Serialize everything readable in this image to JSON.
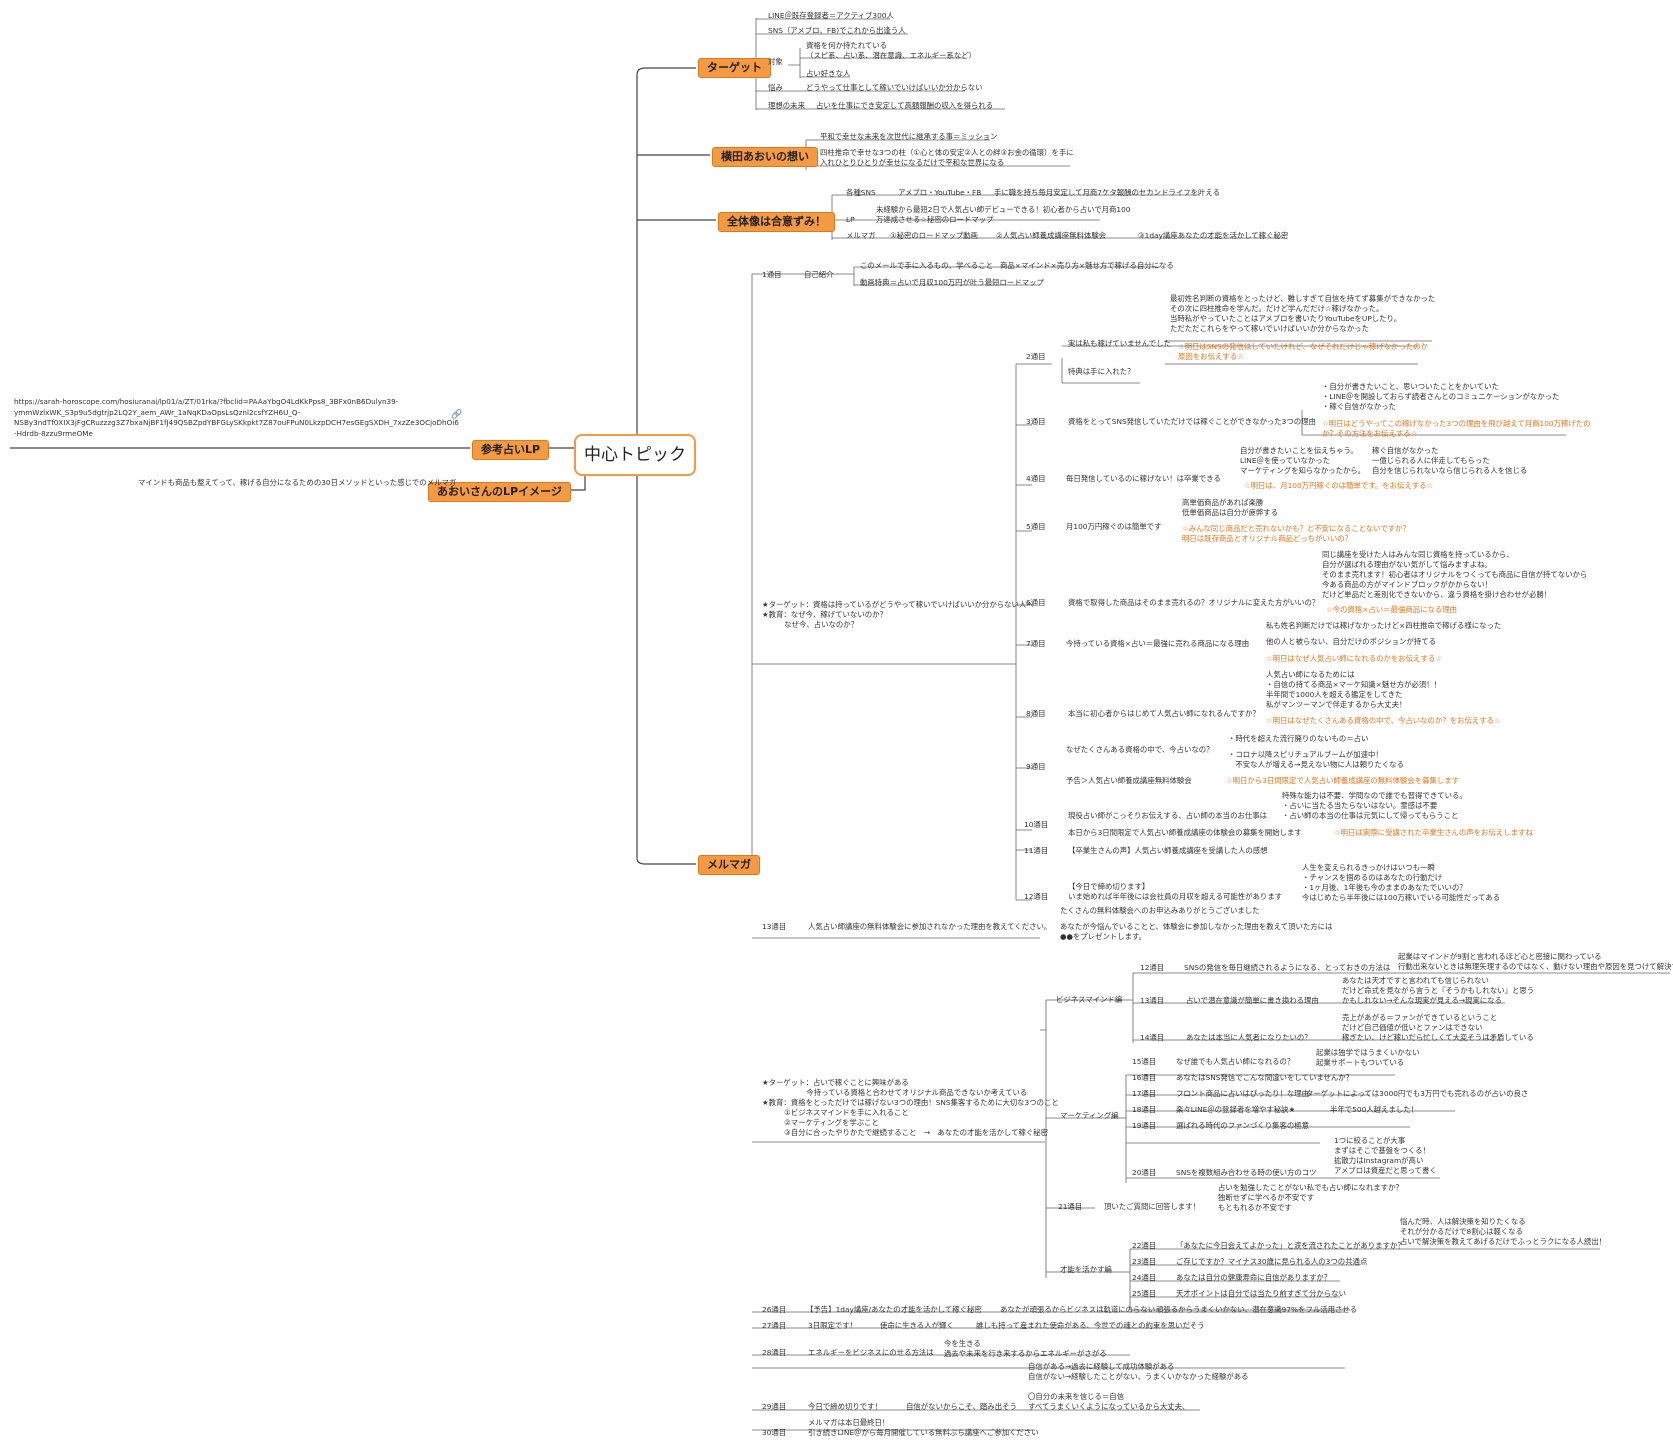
{
  "center": "中心トピック",
  "main_nodes": {
    "target": "ターゲット",
    "thought": "横田あおいの想い",
    "overview": "全体像は合意ずみ！",
    "mailmag": "メルマガ",
    "reference": "参考占いLP",
    "aoi_lp": "あおいさんのLPイメージ"
  },
  "ref_url": "https://sarah-horoscope.com/hosiuranai/lp01/a/ZT/01rka/?fbclid=PAAaYbgO4LdKkPps8_3BFx0nB6Dulyn39-\nymmWzlxWK_S3p9u5dgtrjp2LQ2Y_aem_AWr_1aNqKDaOpsLsQznl2csfYZH6U_Q-\nNSBy3ndTf0XIX3jFgCRuzzzg3Z7bxaNjBF1fJ49QSBZpdYBFGLySKkpkt7Z87ouFPuN0LkzpDCH7esGEgSXDH_7xzZe3OCjoDhOi6\n-Hdrdb-8zzu9rmeOMe",
  "aoi_lp_text": "マインドも商品も整えてって、稼げる自分になるための30日メソッドといった感じでのメルマガ",
  "target": {
    "b1": "LINE＠既存登録者＝アクティブ300人",
    "b2": "SNS（アメブロ、FB)でこれから出逢う人",
    "taishou": "対象",
    "s1": "資格を何か持たれている\n（スピ系、占い系、潜在意識、エネルギー系など）",
    "s2": "占い好きな人",
    "nayami": "悩み",
    "nayami_txt": "どうやって仕事として稼いでいけばいいか分からない",
    "mirai": "理想の未来",
    "mirai_txt": "占いを仕事にでき安定して高額報酬の収入を得られる"
  },
  "thought": {
    "b1": "平和で幸せな未来を次世代に継承する事＝ミッション",
    "b2": "四柱推命で幸せな3つの柱（①心と体の安定②人との絆③お金の循環）を手に\n入れひとりひとりが幸せになるだけで平和な世界になる"
  },
  "overview": {
    "sns": "各種SNS",
    "sns1": "アメブロ・YouTube・FB",
    "sns2": "手に職を持ち毎月安定して月商7ケタ報酬のセカンドライフを叶える",
    "lp": "LP",
    "lp_txt": "未経験から最短2日で人気占い師デビューできる！初心者から占いで月商100\n万達成させる☆秘密のロードマップ",
    "mm": "メルマガ",
    "mm1": "①秘密のロードマップ動画",
    "mm2": "②人気占い師養成講座無料体験会",
    "mm3": "③1day講座あなたの才能を活かして稼ぐ秘密"
  },
  "mm": {
    "d1": "1通目",
    "jikoshokai": "自己紹介",
    "jk1": "このメールで手に入るもの、学べること",
    "jk1b": "商品×マインド×売り方×魅せ方で稼げる自分になる",
    "jk2": "動画特典＝占いで月収100万円が叶う最短ロードマップ",
    "star1": "★ターゲット：資格は持っているがどうやって稼いでいけばいいか分からない人へ\n★教育：なぜ今、稼げていないのか？\n　　　なぜ今、占いなのか？",
    "d2": "2通目",
    "d2a": "実は私も稼げていませんでした",
    "d2a_t": "最初姓名判断の資格をとったけど、難しすぎて自信を持てず募集ができなかった\nその次に四柱推命を学んだ。だけど学んだだけ☆稼げなかった。\n当時私がやっていたことはアメブロを書いたりYouTubeをUPしたり。\nただただこれらをやって稼いでいけばいいか分からなかった",
    "d2a_o": "☆明日はSNSの発信はしていたけれど、なぜそれだけじゃ稼げなかったのか\n原因をお伝えする☆",
    "d2b": "特典は手に入れた？",
    "d3": "3通目",
    "d3a": "資格をとってSNS発信していただけでは稼ぐことができなかった3つの理由",
    "d3a_t": "・自分が書きたいこと、思いついたことをかいていた\n・LINE＠を開設しておらず読者さんとのコミュニケーションがなかった\n・稼ぐ自信がなかった",
    "d3a_o": "☆明日はどうやってこの稼げなかった3つの理由を飛び越えて月商100万稼げたの\nか？その方法をお伝えする☆",
    "d4": "4通目",
    "d4a": "毎日発信しているのに稼げない！は卒業できる",
    "d4a_t": "自分が書きたいことを伝えちゃう。\nLINE＠を使っていなかった\nマーケティングを知らなかったから。",
    "d4a_t2": "稼ぐ自信がなかった\n一億じられる人に伴走してもらった\n自分を信じられないなら信じられる人を信じる",
    "d4a_o": "☆明日は、月100万円稼ぐのは簡単です。をお伝えする☆",
    "d5": "5通目",
    "d5a": "月100万円稼ぐのは簡単です",
    "d5a_t": "高単価商品があれば楽勝\n低単価商品は自分が疲弊する",
    "d5a_o": "☆みんな同じ商品だと売れないかも？と不安になることないですか？\n明日は既存商品とオリジナル商品どっちがいいの？",
    "d6": "6通目",
    "d6a": "資格で取得した商品はそのまま売れるの？オリジナルに変えた方がいいの？",
    "d6a_t": "同じ講座を受けた人はみんな同じ資格を持っているから、\n自分が選ばれる理由がない気がして悩みますよね。\nそのまま売れます！初心者はオリジナルをつくっても商品に自信が持てないから\n今ある商品の方がマインドブロックがかからない！\nだけど単品だと差別化できないから、違う資格を掛け合わせが必勝！",
    "d6a_o": "☆今の資格×占い＝最強商品になる理由",
    "d7": "7通目",
    "d7a": "今持っている資格×占い＝最強に売れる商品になる理由",
    "d7a_t1": "私も姓名判断だけでは稼げなかったけど×四柱推命で稼げる様になった",
    "d7a_t2": "他の人と被らない、自分だけのポジションが持てる",
    "d7a_o": "☆明日はなぜ人気占い師になれるのかをお伝えする☆",
    "d8": "8通目",
    "d8a": "本当に初心者からはじめて人気占い師になれるんですか？",
    "d8a_t": "人気占い師になるためには\n・自信の持てる商品×マーケ知識×魅せ方が必須！！\n半年間で1000人を超える鑑定をしてきた\n私がマンツーマンで伴走するから大丈夫！",
    "d8a_o": "☆明日はなぜたくさんある資格の中で、今占いなのか？をお伝えする☆",
    "d9": "9通目",
    "d9a": "なぜたくさんある資格の中で、今占いなの？",
    "d9a_t1": "・時代を超えた流行廃りのないもの＝占い",
    "d9a_t2": "・コロナ以降スピリチュアルブームが加速中！\n　不安な人が増える→見えない物に人は頼りたくなる",
    "d9b": "予告＞人気占い師養成講座無料体験会",
    "d9b_o": "☆明日から3日間限定で人気占い師養成講座の無料体験会を募集します",
    "d10": "10通目",
    "d10a": "現役占い師がこっそりお伝えする、占い師の本当のお仕事は",
    "d10a_t": "特殊な能力は不要、学問なので誰でも習得できている。\n・占いに当たる当たらないはない。霊感は不要\n・占い師の本当の仕事は元気にして帰ってもらうこと",
    "d10b": "本日から3日間限定で人気占い師養成講座の体験会の募集を開始します",
    "d10b_o": "☆明日は実際に受講された卒業生さんの声をお伝えしますね",
    "d11": "11通目",
    "d11a": "【卒業生さんの声】人気占い師養成講座を受講した人の感想",
    "d12": "12通目",
    "d12a": "【今日で締め切ります】\nいま始めれば半年後には会社員の月収を超える可能性があります",
    "d12a_t": "人生を変えられるきっかけはいつも一瞬\n・チャンスを掴めるのはあなたの行動だけ\n・1ヶ月後、1年後も今のままのあなたでいいの？\n今はじめたら半年後には100万稼いでいる可能性だってある",
    "d13": "13通目",
    "d13a": "人気占い師講座の無料体験会に参加されなかった理由を教えてください。",
    "d13a_t1": "たくさんの無料体験会へのお申込みありがとうございました",
    "d13a_t2": "あなたが今悩んでいることと、体験会に参加しなかった理由を教えて頂いた方には\n●●をプレゼントします。",
    "star2": "★ターゲット：占いで稼ぐことに興味がある\n　　　　　　今持っている資格と合わせてオリジナル商品できないか考えている\n★教育：資格をとっただけでは稼げない3つの理由！SNS集客するために大切な3つのこと\n　　　①ビジネスマインドを手に入れること\n　　　②マーケティングを学ぶこと\n　　　③自分に合ったやりかたで継続すること　→　あなたの才能を活かして稼ぐ秘密",
    "bm": "ビジネスマインド編",
    "d12b": "12通目",
    "d12b_a": "SNSの発信を毎日継続されるようになる、とっておきの方法は",
    "d12b_t": "起業はマインドが9割と言われるほど心と密接に関わっている\n行動出来ないときは無理矢理するのではなく、動けない理由や原因を見つけて解決する",
    "d13b": "13通目",
    "d13b_a": "占いで潜在意識が簡単に書き換わる理由",
    "d13b_t": "あなたは天才ですと言われても信じられない\nだけど命式を見ながら言うと『そうかもしれない』と思う\nかもしれない→そんな現実が見える→現実になる",
    "d14": "14通目",
    "d14a": "あなたは本当に人気者になりたいの？",
    "d14a_t": "売上があがる＝ファンができているということ\nだけど自己価値が低いとファンはできない\n稼ぎたい、けど稼いだら忙しくて大変そうは矛盾している",
    "mk": "マーケティング編",
    "d15": "15通目",
    "d15a": "なぜ誰でも人気占い師になれるの？",
    "d15a_t": "起業は独学ではうまくいかない\n起業サポートもついている",
    "d16": "16通目",
    "d16a": "あなたはSNS発信でこんな間違いをしていませんか？",
    "d17": "17通目",
    "d17a": "フロント商品に占いはぴったり！な理由",
    "d17a_t": "ターゲットによっては3000円でも3万円でも売れるのが占いの良さ",
    "d18": "18通目",
    "d18a": "楽々LINE＠の登録者を増やす秘訣★",
    "d18a_t": "半年で500人越えました！",
    "d19": "19通目",
    "d19a": "選ばれる時代のファンづくり集客の極意",
    "d20": "20通目",
    "d20a": "SNSを複数組み合わせる時の使い方のコツ",
    "d20a_t": "1つに絞ることが大事\nまずはそこで基盤をつくる！\n拡散力はInstagramが高い\nアメブロは資産だと思って書く",
    "d21": "21通目",
    "d21a": "頂いたご質問に回答します！",
    "d21a_t": "占いを勉強したことがない私でも占い師になれますか？\n独断せずに学べるか不安です\nもともれるか不安です",
    "sn": "才能を活かす編",
    "d22": "22通目",
    "d22a": "「あなたに今日会えてよかった」と涙を流されたことがありますか？",
    "d22a_t": "悩んだ時、人は解決策を知りたくなる\nそれが分かるだけで8割心は軽くなる\n占いで解決策を教えてあげるだけでふっとラクになる人続出！",
    "d23": "23通目",
    "d23a": "ご存じですか？マイナス30歳に見られる人の3つの共通点",
    "d24": "24通目",
    "d24a": "あなたは自分の健康寿命に自信がありますか？",
    "d25": "25通目",
    "d25a": "天才ポイントは自分では当たり前すぎて分からない",
    "d26": "26通目",
    "d26a": "【予告】1day講座/あなたの才能を活かして稼ぐ秘密",
    "d26b": "あなたが頑張るからビジネスは軌道にのらない",
    "d26c": "頑張るからうまくいかない、潜在意識97%をフル活用させる",
    "d27": "27通目",
    "d27a": "3日限定です！",
    "d27b": "使命に生きる人が輝く",
    "d27c": "誰しも持って産まれた使命がある、今世での魂との約束を思いだそう",
    "d28": "28通目",
    "d28a": "エネルギーをビジネスにのせる方法は",
    "d28a_t": "今を生きる\n過去や未来を行き来するからエネルギーがさがる",
    "d29": "29通目",
    "d29a": "今日で締め切りです！",
    "d29b": "自信がないからこそ、踏み出そう",
    "d29b_t": "自信がある→過去に経験して成功体験がある\n自信がない→経験したことがない、うまくいかなかった経験がある\n\n〇自分の未来を信じる＝自信\nすべてうまくいくようになっているから大丈夫、",
    "d30": "30通目",
    "d30a": "メルマガは本日最終日！\n引き続きLINE＠から毎月開催している無料ぷち講座へご参加ください"
  }
}
